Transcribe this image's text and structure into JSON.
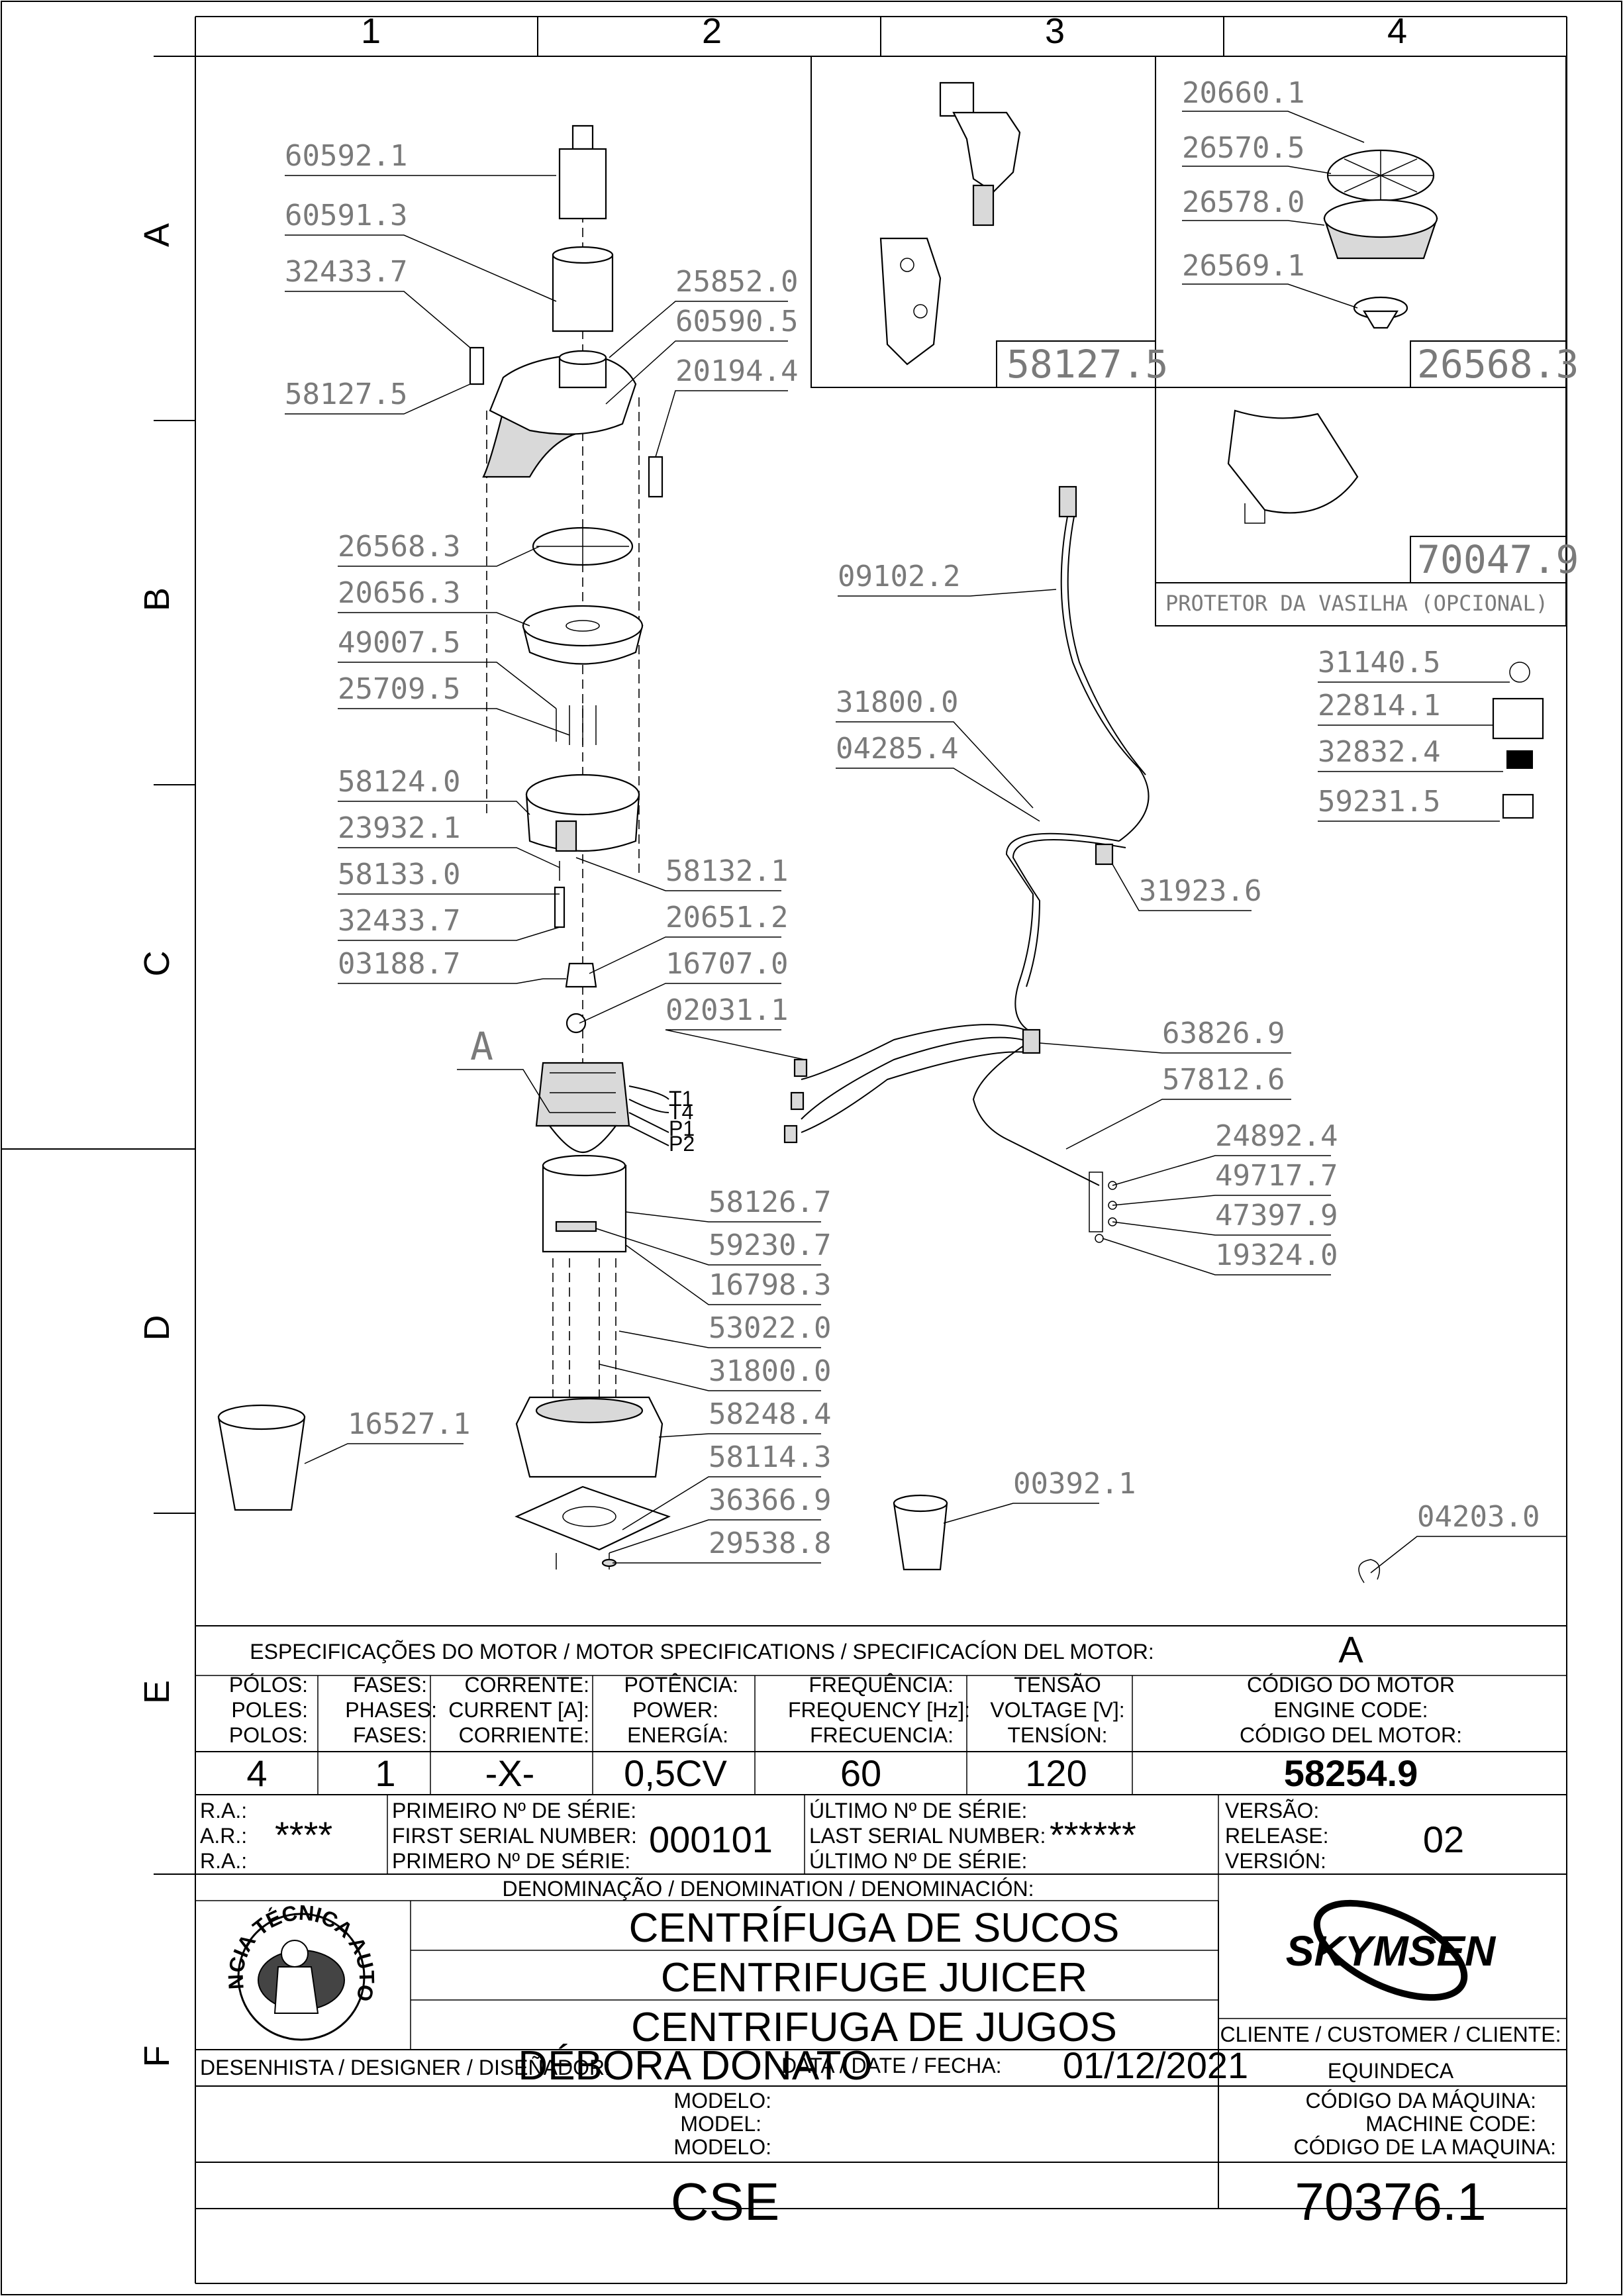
{
  "grid": {
    "columns": [
      "1",
      "2",
      "3",
      "4"
    ],
    "rows": [
      "A",
      "B",
      "C",
      "D",
      "E",
      "F"
    ]
  },
  "detail_label": "A",
  "parts": {
    "main": [
      "60592.1",
      "60591.3",
      "32433.7",
      "58127.5",
      "25852.0",
      "60590.5",
      "20194.4",
      "26568.3",
      "20656.3",
      "49007.5",
      "25709.5",
      "58124.0",
      "23932.1",
      "58133.0",
      "32433.7",
      "03188.7",
      "58132.1",
      "20651.2",
      "16707.0",
      "02031.1",
      "58126.7",
      "59230.7",
      "16798.3",
      "53022.0",
      "31800.0",
      "58248.4",
      "58114.3",
      "36366.9",
      "29538.8",
      "16527.1",
      "00392.1",
      "04203.0"
    ],
    "cable": [
      "09102.2",
      "31800.0",
      "04285.4",
      "31923.6",
      "63826.9",
      "57812.6",
      "24892.4",
      "49717.7",
      "47397.9",
      "19324.0"
    ],
    "labels": [
      "31140.5",
      "22814.1",
      "32832.4",
      "59231.5"
    ],
    "detail_latch": [
      "58127.5"
    ],
    "detail_filter": [
      "20660.1",
      "26570.5",
      "26578.0",
      "26569.1",
      "26568.3"
    ],
    "detail_guard": [
      "70047.9"
    ]
  },
  "guard_caption": "PROTETOR DA VASILHA (OPCIONAL)",
  "terminals": [
    "T1",
    "T4",
    "P1",
    "P2"
  ],
  "motor_spec": {
    "title": "ESPECIFICAÇÕES DO MOTOR / MOTOR SPECIFICATIONS / SPECIFICACÍON DEL MOTOR:",
    "ref": "A",
    "headers": [
      [
        "PÓLOS:",
        "POLES:",
        "POLOS:"
      ],
      [
        "FASES:",
        "PHASES:",
        "FASES:"
      ],
      [
        "CORRENTE:",
        "CURRENT [A]:",
        "CORRIENTE:"
      ],
      [
        "POTÊNCIA:",
        "POWER:",
        "ENERGÍA:"
      ],
      [
        "FREQUÊNCIA:",
        "FREQUENCY [Hz]:",
        "FRECUENCIA:"
      ],
      [
        "TENSÃO",
        "VOLTAGE [V]:",
        "TENSÍON:"
      ],
      [
        "CÓDIGO DO MOTOR",
        "ENGINE CODE:",
        "CÓDIGO DEL MOTOR:"
      ]
    ],
    "values": [
      "4",
      "1",
      "-X-",
      "0,5CV",
      "60",
      "120",
      "58254.9"
    ]
  },
  "title_block": {
    "ra_labels": [
      "R.A.:",
      "A.R.:",
      "R.A.:"
    ],
    "ra_value": "****",
    "first_serial_labels": [
      "PRIMEIRO Nº DE SÉRIE:",
      "FIRST SERIAL NUMBER:",
      "PRIMERO Nº DE SÉRIE:"
    ],
    "first_serial": "000101",
    "last_serial_labels": [
      "ÚLTIMO Nº DE SÉRIE:",
      "LAST SERIAL NUMBER:",
      "ÚLTIMO Nº DE SÉRIE:"
    ],
    "last_serial": "******",
    "version_labels": [
      "VERSÃO:",
      "RELEASE:",
      "VERSIÓN:"
    ],
    "version": "02",
    "denomination_label": "DENOMINAÇÃO / DENOMINATION / DENOMINACIÓN:",
    "names": [
      "CENTRÍFUGA DE SUCOS",
      "CENTRIFUGE JUICER",
      "CENTRIFUGA DE JUGOS"
    ],
    "brand": "SKYMSEN",
    "seal_text": "ASSISTÊNCIA TÉCNICA AUTORIZADA",
    "customer_label": "CLIENTE / CUSTOMER / CLIENTE:",
    "customer": "EQUINDECA",
    "designer_label": "DESENHISTA / DESIGNER / DISEÑADOR:",
    "designer": "DÉBORA DONATO",
    "date_label": "DATA / DATE / FECHA:",
    "date": "01/12/2021",
    "model_labels": [
      "MODELO:",
      "MODEL:",
      "MODELO:"
    ],
    "model": "CSE",
    "machine_code_labels": [
      "CÓDIGO DA MÁQUINA:",
      "MACHINE CODE:",
      "CÓDIGO DE LA MAQUINA:"
    ],
    "machine_code": "70376.1"
  }
}
